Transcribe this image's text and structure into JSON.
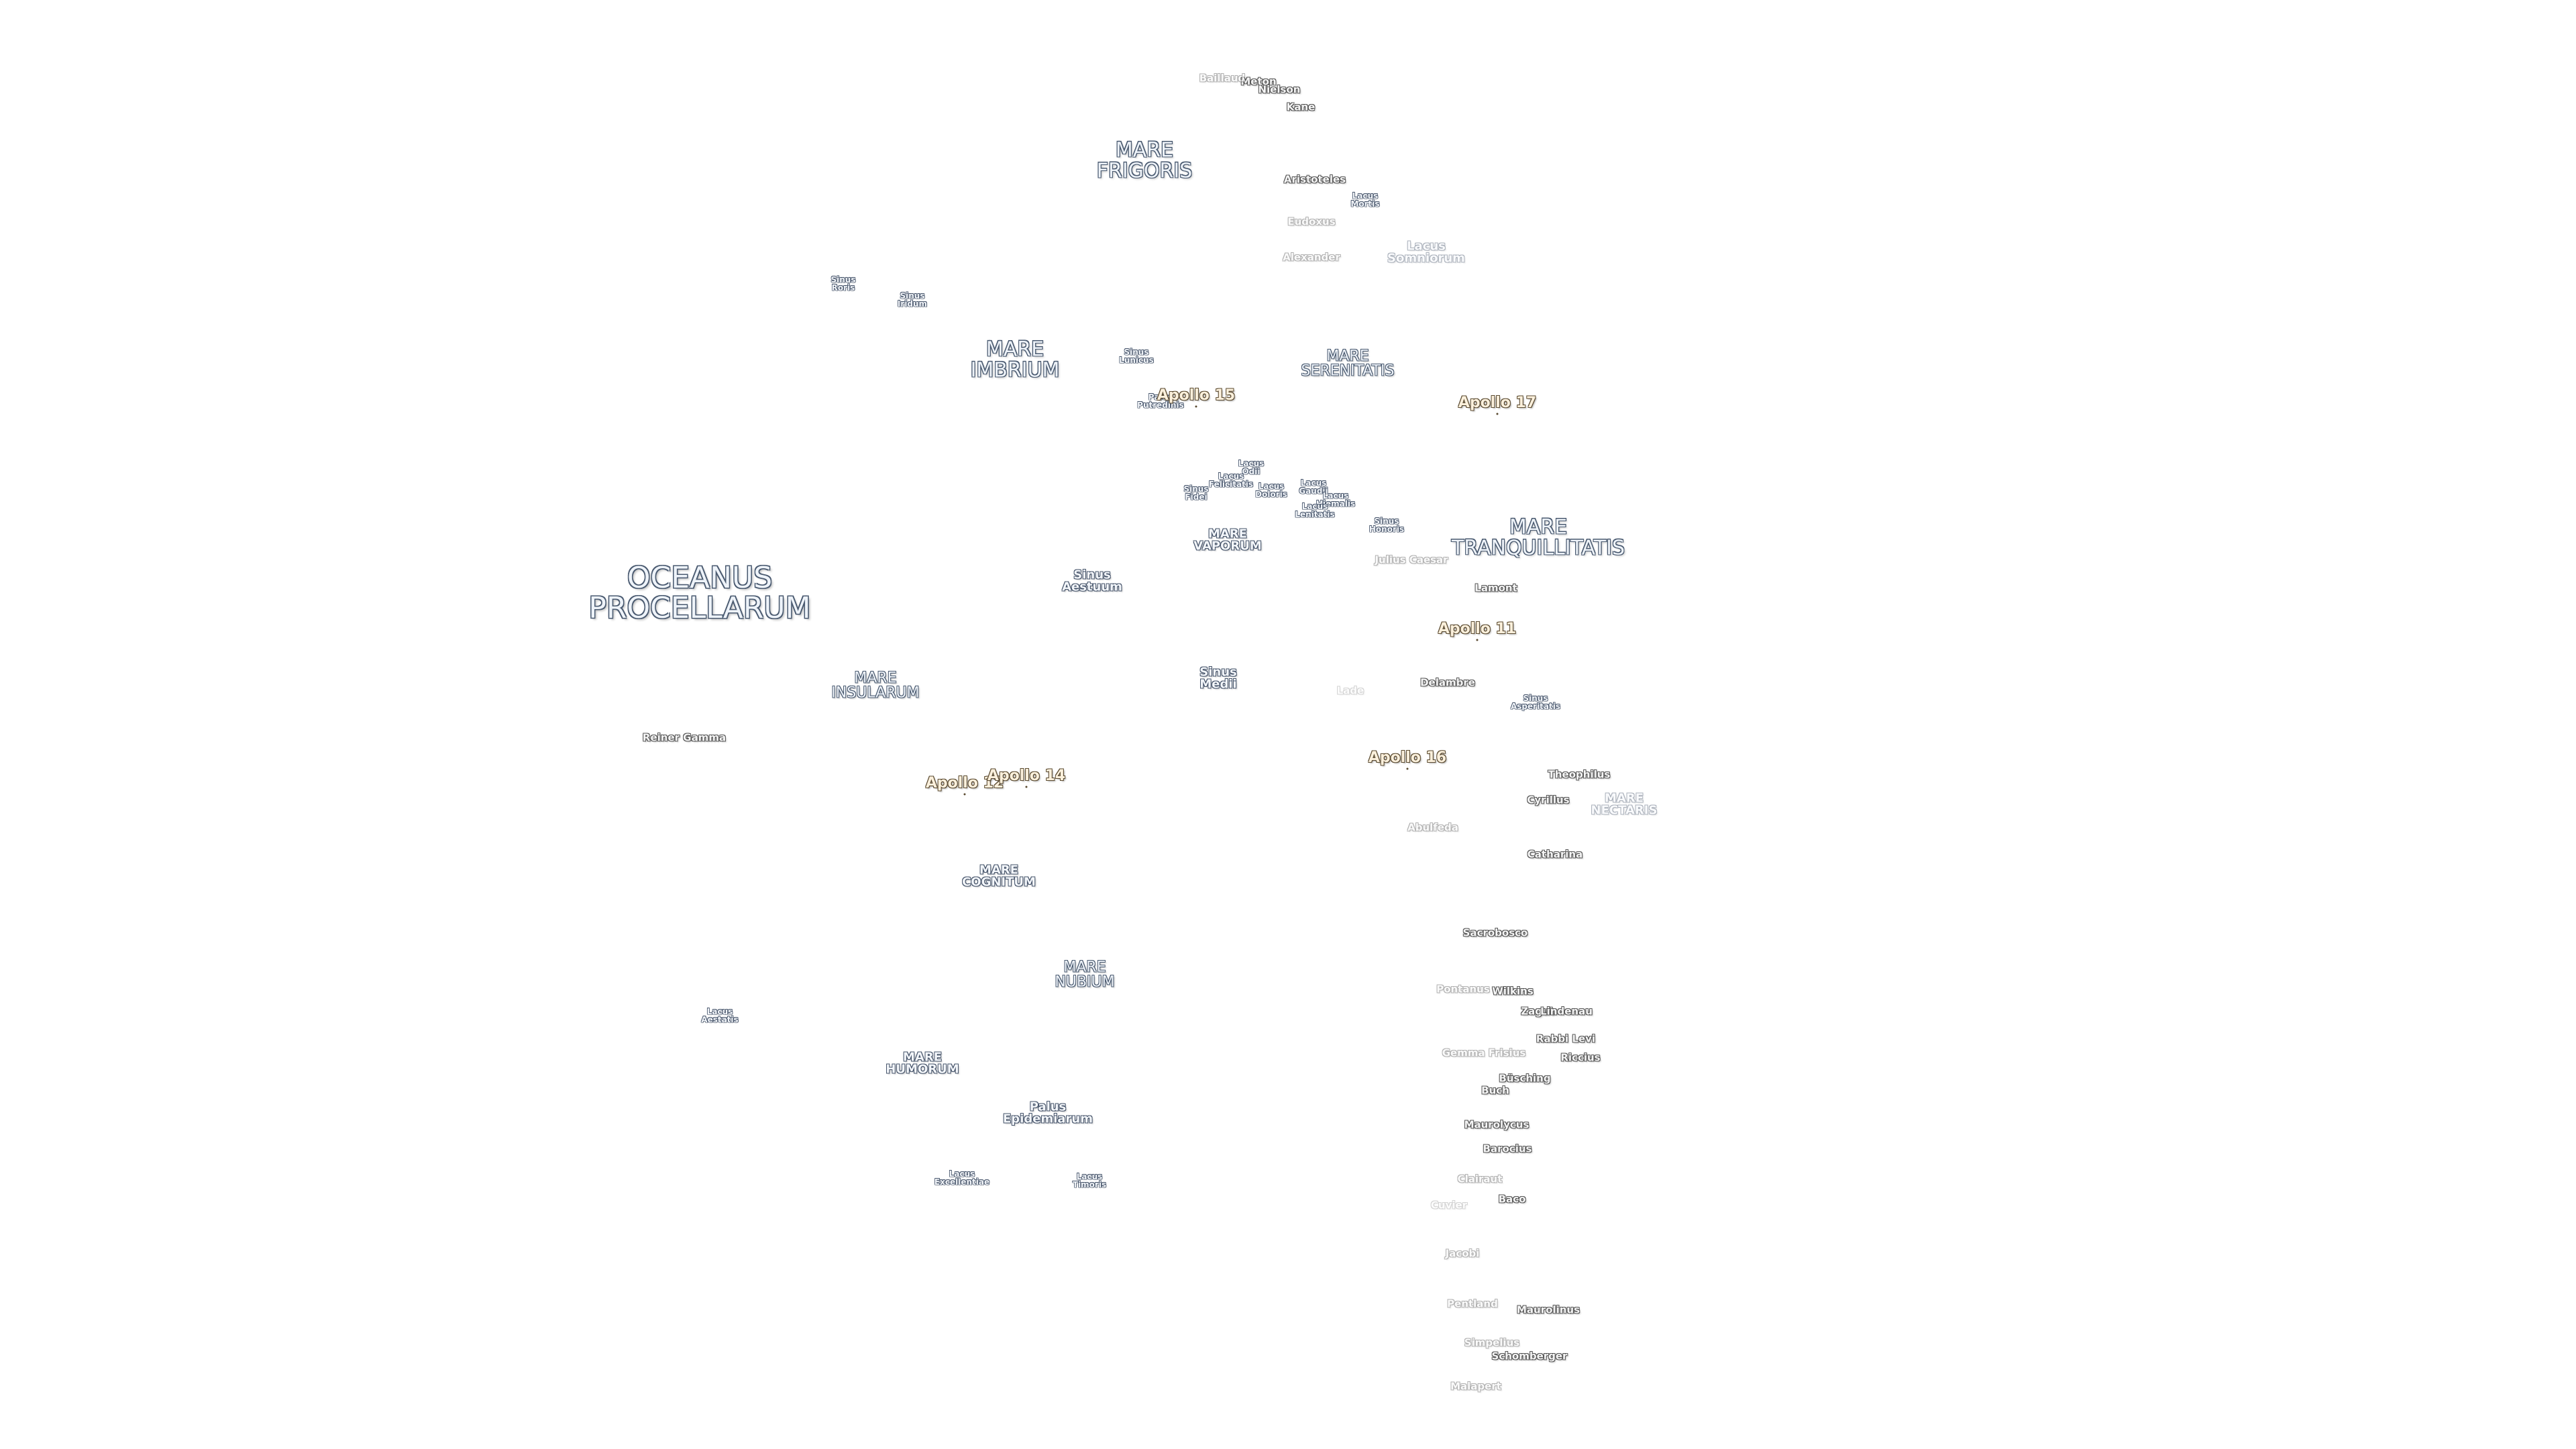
{
  "maria": [
    {
      "id": "oceanus-procellarum",
      "text": "OCEANUS\nPROCELLARUM",
      "cls": "ocean"
    },
    {
      "id": "mare-frigoris",
      "text": "MARE\nFRIGORIS",
      "cls": "mare"
    },
    {
      "id": "mare-imbrium",
      "text": "MARE\nIMBRIUM",
      "cls": "mare"
    },
    {
      "id": "mare-serenitatis",
      "text": "MARE\nSERENITATIS",
      "cls": "mare-s"
    },
    {
      "id": "mare-tranquillitatis",
      "text": "MARE\nTRANQUILLITATIS",
      "cls": "mare"
    },
    {
      "id": "mare-vaporum",
      "text": "MARE\nVAPORUM",
      "cls": "feat"
    },
    {
      "id": "mare-insularum",
      "text": "MARE\nINSULARUM",
      "cls": "mare-s"
    },
    {
      "id": "mare-cognitum",
      "text": "MARE\nCOGNITUM",
      "cls": "feat"
    },
    {
      "id": "mare-nubium",
      "text": "MARE\nNUBIUM",
      "cls": "mare-s"
    },
    {
      "id": "mare-humorum",
      "text": "MARE\nHUMORUM",
      "cls": "feat"
    },
    {
      "id": "mare-nectaris",
      "text": "MARE\nNECTARIS",
      "cls": "feat faint"
    }
  ],
  "features": [
    {
      "id": "lacus-somniorum",
      "text": "Lacus\nSomniorum",
      "cls": "feat faint"
    },
    {
      "id": "lacus-mortis",
      "text": "Lacus\nMortis",
      "cls": "feat-s"
    },
    {
      "id": "sinus-roris",
      "text": "Sinus\nRoris",
      "cls": "feat-s"
    },
    {
      "id": "sinus-iridum",
      "text": "Sinus\nIridum",
      "cls": "feat-s"
    },
    {
      "id": "sinus-lunicus",
      "text": "Sinus\nLunicus",
      "cls": "feat-s"
    },
    {
      "id": "palus-putredinis",
      "text": "Palus\nPutredinis",
      "cls": "feat-s"
    },
    {
      "id": "lacus-odii",
      "text": "Lacus\nOdii",
      "cls": "feat-s"
    },
    {
      "id": "lacus-felicitatis",
      "text": "Lacus\nFelicitatis",
      "cls": "feat-s"
    },
    {
      "id": "sinus-fidei",
      "text": "Sinus\nFidei",
      "cls": "feat-s"
    },
    {
      "id": "lacus-doloris",
      "text": "Lacus\nDoloris",
      "cls": "feat-s"
    },
    {
      "id": "lacus-gaudii",
      "text": "Lacus\nGaudii",
      "cls": "feat-s"
    },
    {
      "id": "lacus-hiemalis",
      "text": "Lacus\nHiemalis",
      "cls": "feat-s"
    },
    {
      "id": "lacus-lenitatis",
      "text": "Lacus\nLenitatis",
      "cls": "feat-s"
    },
    {
      "id": "sinus-honoris",
      "text": "Sinus\nHonoris",
      "cls": "feat-s"
    },
    {
      "id": "sinus-aestuum",
      "text": "Sinus\nAestuum",
      "cls": "feat"
    },
    {
      "id": "sinus-medii",
      "text": "Sinus\nMedii",
      "cls": "feat"
    },
    {
      "id": "sinus-asperitatis",
      "text": "Sinus\nAsperitatis",
      "cls": "feat-s"
    },
    {
      "id": "lacus-aestatis",
      "text": "Lacus\nAestatis",
      "cls": "feat-s"
    },
    {
      "id": "palus-epidemiarum",
      "text": "Palus\nEpidemiarum",
      "cls": "feat"
    },
    {
      "id": "lacus-excellentiae",
      "text": "Lacus\nExcellentiae",
      "cls": "feat-s"
    },
    {
      "id": "lacus-timoris",
      "text": "Lacus\nTimoris",
      "cls": "feat-s"
    }
  ],
  "craters": [
    {
      "id": "crater-meton",
      "text": "Meton",
      "cls": "crater"
    },
    {
      "id": "crater-baillaud",
      "text": "Baillaud",
      "cls": "crater faint"
    },
    {
      "id": "crater-nielson",
      "text": "Nielson",
      "cls": "crater"
    },
    {
      "id": "crater-kane",
      "text": "Kane",
      "cls": "crater"
    },
    {
      "id": "crater-aristoteles",
      "text": "Aristoteles",
      "cls": "crater"
    },
    {
      "id": "crater-eudoxus",
      "text": "Eudoxus",
      "cls": "crater faint"
    },
    {
      "id": "crater-alexander",
      "text": "Alexander",
      "cls": "crater faint"
    },
    {
      "id": "crater-julius-caesar",
      "text": "Julius Caesar",
      "cls": "crater faint"
    },
    {
      "id": "crater-lamont",
      "text": "Lamont",
      "cls": "crater"
    },
    {
      "id": "crater-delambre",
      "text": "Delambre",
      "cls": "crater"
    },
    {
      "id": "crater-lade",
      "text": "Lade",
      "cls": "crater faint2"
    },
    {
      "id": "crater-reiner-gamma",
      "text": "Reiner Gamma",
      "cls": "crater"
    },
    {
      "id": "crater-theophilus",
      "text": "Theophilus",
      "cls": "crater"
    },
    {
      "id": "crater-cyrillus",
      "text": "Cyrillus",
      "cls": "crater"
    },
    {
      "id": "crater-abulfeda",
      "text": "Abulfeda",
      "cls": "crater faint"
    },
    {
      "id": "crater-catharina",
      "text": "Catharina",
      "cls": "crater"
    },
    {
      "id": "crater-sacrobosco",
      "text": "Sacrobosco",
      "cls": "crater"
    },
    {
      "id": "crater-pontanus",
      "text": "Pontanus",
      "cls": "crater faint"
    },
    {
      "id": "crater-wilkins",
      "text": "Wilkins",
      "cls": "crater"
    },
    {
      "id": "crater-zagut",
      "text": "Zagut",
      "cls": "crater"
    },
    {
      "id": "crater-lindenau",
      "text": "Lindenau",
      "cls": "crater"
    },
    {
      "id": "crater-gemma-frisius",
      "text": "Gemma Frisius",
      "cls": "crater faint"
    },
    {
      "id": "crater-rabbi-levi",
      "text": "Rabbi Levi",
      "cls": "crater"
    },
    {
      "id": "crater-riccius",
      "text": "Riccius",
      "cls": "crater"
    },
    {
      "id": "crater-busching",
      "text": "Büsching",
      "cls": "crater"
    },
    {
      "id": "crater-buch",
      "text": "Buch",
      "cls": "crater"
    },
    {
      "id": "crater-maurolycus",
      "text": "Maurolycus",
      "cls": "crater"
    },
    {
      "id": "crater-barocius",
      "text": "Barocius",
      "cls": "crater"
    },
    {
      "id": "crater-clairaut",
      "text": "Clairaut",
      "cls": "crater faint"
    },
    {
      "id": "crater-baco",
      "text": "Baco",
      "cls": "crater"
    },
    {
      "id": "crater-cuvier",
      "text": "Cuvier",
      "cls": "crater faint2"
    },
    {
      "id": "crater-jacobi",
      "text": "Jacobi",
      "cls": "crater faint"
    },
    {
      "id": "crater-pentland",
      "text": "Pentland",
      "cls": "crater faint"
    },
    {
      "id": "crater-maurolinus",
      "text": "Maurolinus",
      "cls": "crater"
    },
    {
      "id": "crater-simpelius",
      "text": "Simpelius",
      "cls": "crater faint"
    },
    {
      "id": "crater-schomberger",
      "text": "Schomberger",
      "cls": "crater"
    },
    {
      "id": "crater-malapert",
      "text": "Malapert",
      "cls": "crater faint"
    }
  ],
  "apollo_sites": [
    {
      "id": "apollo-11",
      "text": "Apollo 11"
    },
    {
      "id": "apollo-12",
      "text": "Apollo 12"
    },
    {
      "id": "apollo-14",
      "text": "Apollo 14"
    },
    {
      "id": "apollo-15",
      "text": "Apollo 15"
    },
    {
      "id": "apollo-16",
      "text": "Apollo 16"
    },
    {
      "id": "apollo-17",
      "text": "Apollo 17"
    }
  ]
}
